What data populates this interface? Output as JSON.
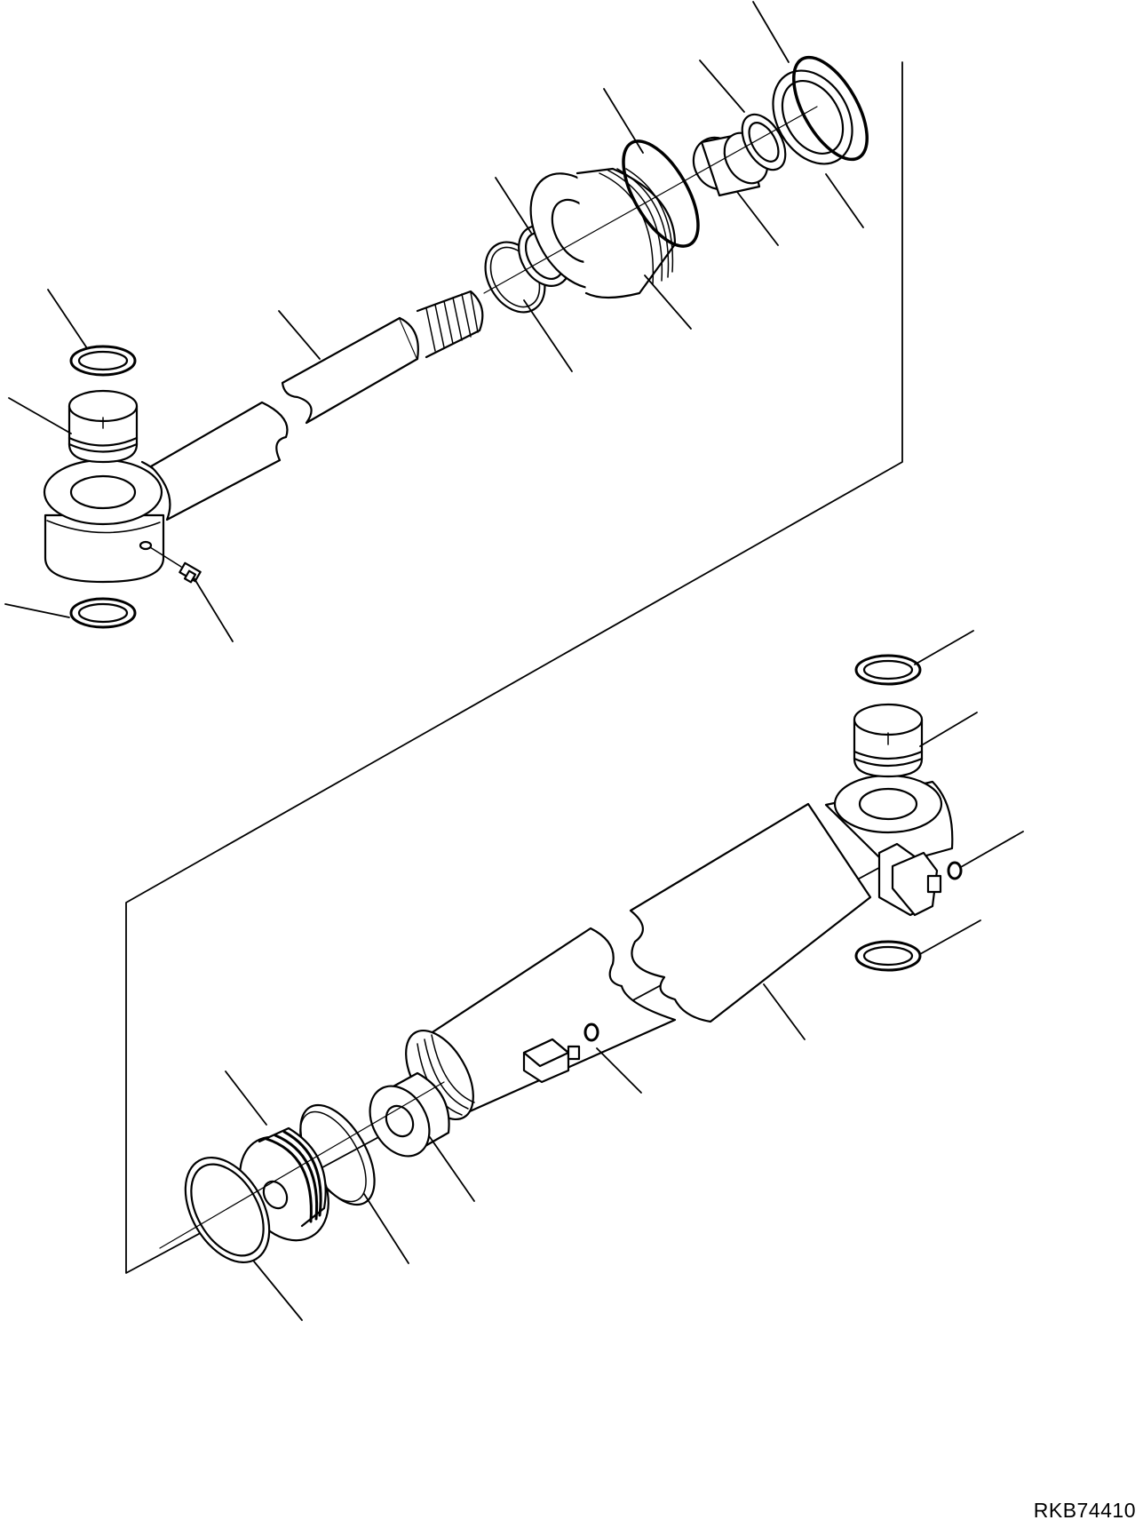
{
  "diagram": {
    "type": "exploded-parts-view",
    "subject": "hydraulic-cylinder",
    "line_color": "#000000",
    "background_color": "#ffffff",
    "code": "RKB74410"
  }
}
